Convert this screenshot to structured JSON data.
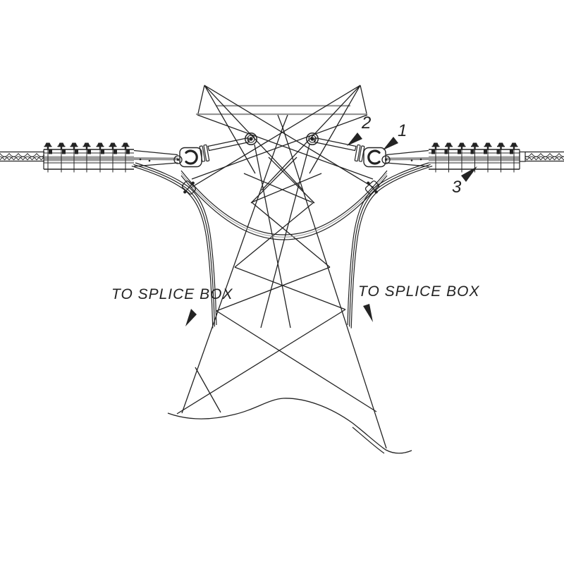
{
  "diagram": {
    "labels": {
      "callout_1": "1",
      "callout_2": "2",
      "callout_3": "3",
      "to_splice_box_left": "TO SPLICE BOX",
      "to_splice_box_right": "TO SPLICE BOX"
    },
    "colors": {
      "background": "#ffffff",
      "ink": "#232323",
      "gray": "#969696"
    }
  }
}
